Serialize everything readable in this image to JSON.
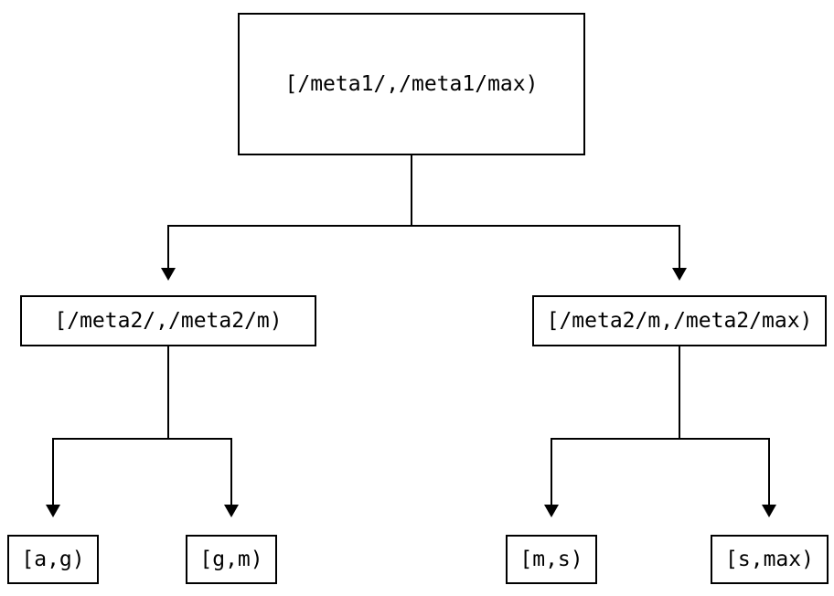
{
  "diagram": {
    "type": "tree",
    "colors": {
      "line": "#000000",
      "text": "#000000",
      "background": "#ffffff"
    },
    "nodes": [
      {
        "id": "root",
        "label": "[/meta1/,/meta1/max)"
      },
      {
        "id": "meta2-low",
        "label": "[/meta2/,/meta2/m)"
      },
      {
        "id": "meta2-high",
        "label": "[/meta2/m,/meta2/max)"
      },
      {
        "id": "leaf-a-g",
        "label": "[a,g)"
      },
      {
        "id": "leaf-g-m",
        "label": "[g,m)"
      },
      {
        "id": "leaf-m-s",
        "label": "[m,s)"
      },
      {
        "id": "leaf-s-max",
        "label": "[s,max)"
      }
    ],
    "edges": [
      {
        "from": "root",
        "to": "meta2-low"
      },
      {
        "from": "root",
        "to": "meta2-high"
      },
      {
        "from": "meta2-low",
        "to": "leaf-a-g"
      },
      {
        "from": "meta2-low",
        "to": "leaf-g-m"
      },
      {
        "from": "meta2-high",
        "to": "leaf-m-s"
      },
      {
        "from": "meta2-high",
        "to": "leaf-s-max"
      }
    ]
  }
}
